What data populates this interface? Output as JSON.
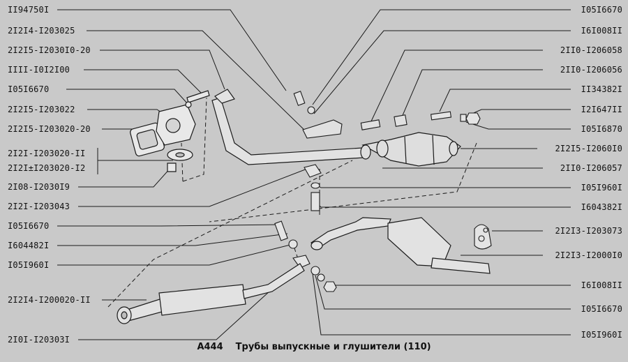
{
  "diagram": {
    "caption_code": "A444",
    "caption_title": "Трубы выпускные и глушители (110)",
    "left_labels": [
      "II94750I",
      "2I2I4-I203025",
      "2I2I5-I2030I0-20",
      "IIII-I0I2I00",
      "I05I6670",
      "2I2I5-I203022",
      "2I2I5-I203020-20",
      "2I2I-I203020-II",
      "2I2I±I203020-I2",
      "2I08-I2030I9",
      "2I2I-I203043",
      "I05I6670",
      "I604482I",
      "I05I960I",
      "2I2I4-I200020-II",
      "2I0I-I20303I"
    ],
    "right_labels": [
      "I05I6670",
      "I6I008II",
      "2II0-I206058",
      "2II0-I206056",
      "II34382I",
      "I2I647II",
      "I05I6870",
      "2I2I5-I2060I0",
      "2II0-I206057",
      "I05I960I",
      "I604382I",
      "2I2I3-I203073",
      "2I2I3-I2000I0",
      "I6I008II",
      "I05I6670",
      "I05I960I"
    ]
  }
}
